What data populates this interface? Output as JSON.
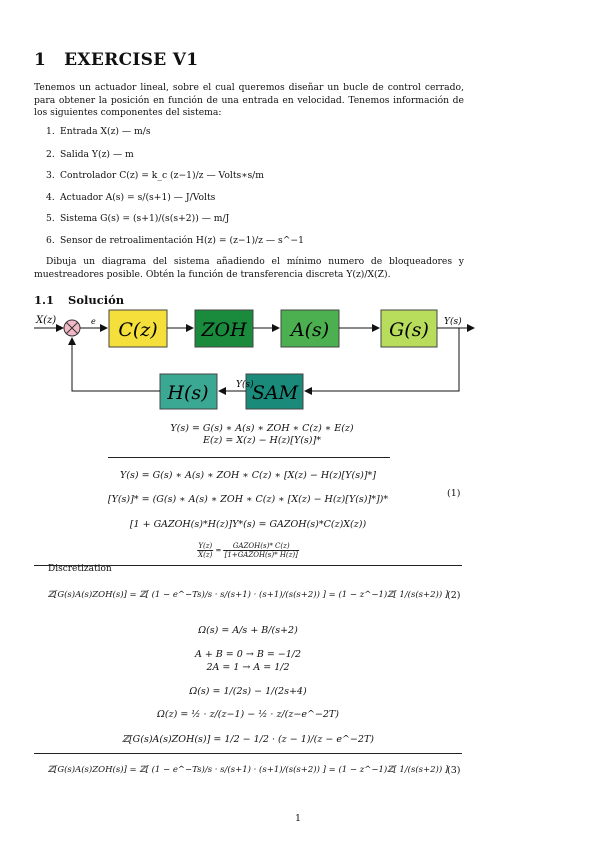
{
  "section": {
    "number": "1",
    "title": "EXERCISE V1"
  },
  "intro": "Tenemos un actuador lineal, sobre el cual queremos diseñar un bucle de control cerrado, para obtener la posición en función de una entrada en velocidad. Tenemos información de los siguientes componentes del sistema:",
  "components": [
    {
      "n": "1.",
      "text": "Entrada X(z) — m/s"
    },
    {
      "n": "2.",
      "text": "Salida Y(z) — m"
    },
    {
      "n": "3.",
      "text": "Controlador C(z) = k_c (z−1)/z — Volts∗s/m"
    },
    {
      "n": "4.",
      "text": "Actuador A(s) = s/(s+1) — J/Volts"
    },
    {
      "n": "5.",
      "text": "Sistema G(s) = (s+1)/(s(s+2)) — m/J"
    },
    {
      "n": "6.",
      "text": "Sensor de retroalimentación H(z) = (z−1)/z — s^−1"
    }
  ],
  "task": "Dibuja un diagrama del sistema añadiendo el mínimo numero de bloqueadores y muestreadores posible. Obtén la función de transferencia discreta Y(z)/X(Z).",
  "subsection": {
    "number": "1.1",
    "title": "Solución"
  },
  "diagram": {
    "input_label": "X(z)",
    "error_label": "e",
    "output_label": "Y(s)",
    "feedback_label": "Y(s)",
    "blocks": [
      {
        "label": "C(z)",
        "color": "#f5df3a"
      },
      {
        "label": "ZOH",
        "color": "#1a8a3c"
      },
      {
        "label": "A(s)",
        "color": "#4caf50"
      },
      {
        "label": "G(s)",
        "color": "#b8dd5c"
      },
      {
        "label": "H(s)",
        "color": "#3aa892"
      },
      {
        "label": "SAM",
        "color": "#1a8a7a"
      }
    ],
    "sum_color": "#f2b8c6"
  },
  "equations": {
    "e1": "Y(s) = G(s) ∗ A(s) ∗ ZOH ∗ C(z) ∗ E(z)",
    "e2": "E(z) = X(z) − H(z)[Y(s)]*",
    "e3": "Y(s) = G(s) ∗ A(s) ∗ ZOH ∗ C(z) ∗ [X(z) − H(z)[Y(s)]*]",
    "e4": "[Y(s)]* = (G(s) ∗ A(s) ∗ ZOH ∗ C(z) ∗ [X(z) − H(z)[Y(s)]*])*",
    "e5": "[1 + GAZOH(s)*H(z)]Y*(s) = GAZOH(s)*C(z)X(z))",
    "e6_left_top": "Y(z)",
    "e6_left_bot": "X(z)",
    "e6_right_top": "GAZOH(s)* C(z)",
    "e6_right_bot": "[1+GAZOH(s)* H(z)]",
    "n1": "(1)",
    "disc_label": "Discretization",
    "z1": "ℤ[G(s)A(s)ZOH(s)] = ℤ[ (1 − e^−Ts)/s · s/(s+1) · (s+1)/(s(s+2)) ] = (1 − z^−1)ℤ[ 1/(s(s+2)) ]",
    "n2": "(2)",
    "omega1": "Ω(s) = A/s + B/(s+2)",
    "sys1": "A + B = 0 → B = −1/2",
    "sys2": "2A = 1 → A = 1/2",
    "omega2": "Ω(s) = 1/(2s) − 1/(2s+4)",
    "omega3": "Ω(z) = ½ · z/(z−1) − ½ · z/(z−e^−2T)",
    "z2": "ℤ[G(s)A(s)ZOH(s)] = 1/2 − 1/2 · (z − 1)/(z − e^−2T)",
    "z3": "ℤ[G(s)A(s)ZOH(s)] = ℤ[ (1 − e^−Ts)/s · s/(s+1) · (s+1)/(s(s+2)) ] = (1 − z^−1)ℤ[ 1/(s(s+2)) ]",
    "n3": "(3)"
  },
  "page_number": "1"
}
